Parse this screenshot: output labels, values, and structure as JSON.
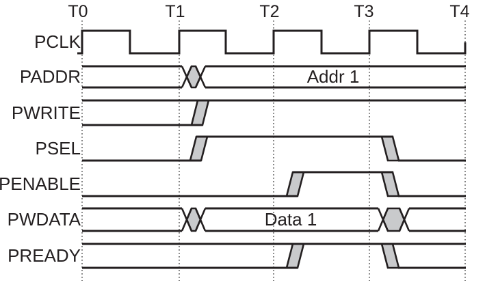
{
  "diagram": {
    "kind": "timing-diagram"
  },
  "timeline": {
    "labels": [
      "T0",
      "T1",
      "T2",
      "T3",
      "T4"
    ]
  },
  "signals": [
    {
      "name": "PCLK",
      "type": "clock",
      "waveform": "rising edges at T0, T1, T2, T3, T4; 50% duty cycle"
    },
    {
      "name": "PADDR",
      "type": "bus",
      "value": "Addr 1",
      "waveform": "bus changes to Addr 1 just after T1, stable through T4"
    },
    {
      "name": "PWRITE",
      "type": "bit",
      "waveform": "don't-care until just after T1, then high through T4"
    },
    {
      "name": "PSEL",
      "type": "bit",
      "waveform": "low; rises just after T1; falls just after T3"
    },
    {
      "name": "PENABLE",
      "type": "bit",
      "waveform": "low; rises just after T2; falls just after T3"
    },
    {
      "name": "PWDATA",
      "type": "bus",
      "value": "Data 1",
      "waveform": "bus changes to Data 1 just after T1; changes again just after T3"
    },
    {
      "name": "PREADY",
      "type": "bit",
      "waveform": "don't-care; resolves high just after T2; don't-care again just after T3"
    }
  ],
  "colors": {
    "line": "#231f20",
    "text": "#231f20",
    "transition_fill": "#c9cacc",
    "background": "#ffffff"
  }
}
